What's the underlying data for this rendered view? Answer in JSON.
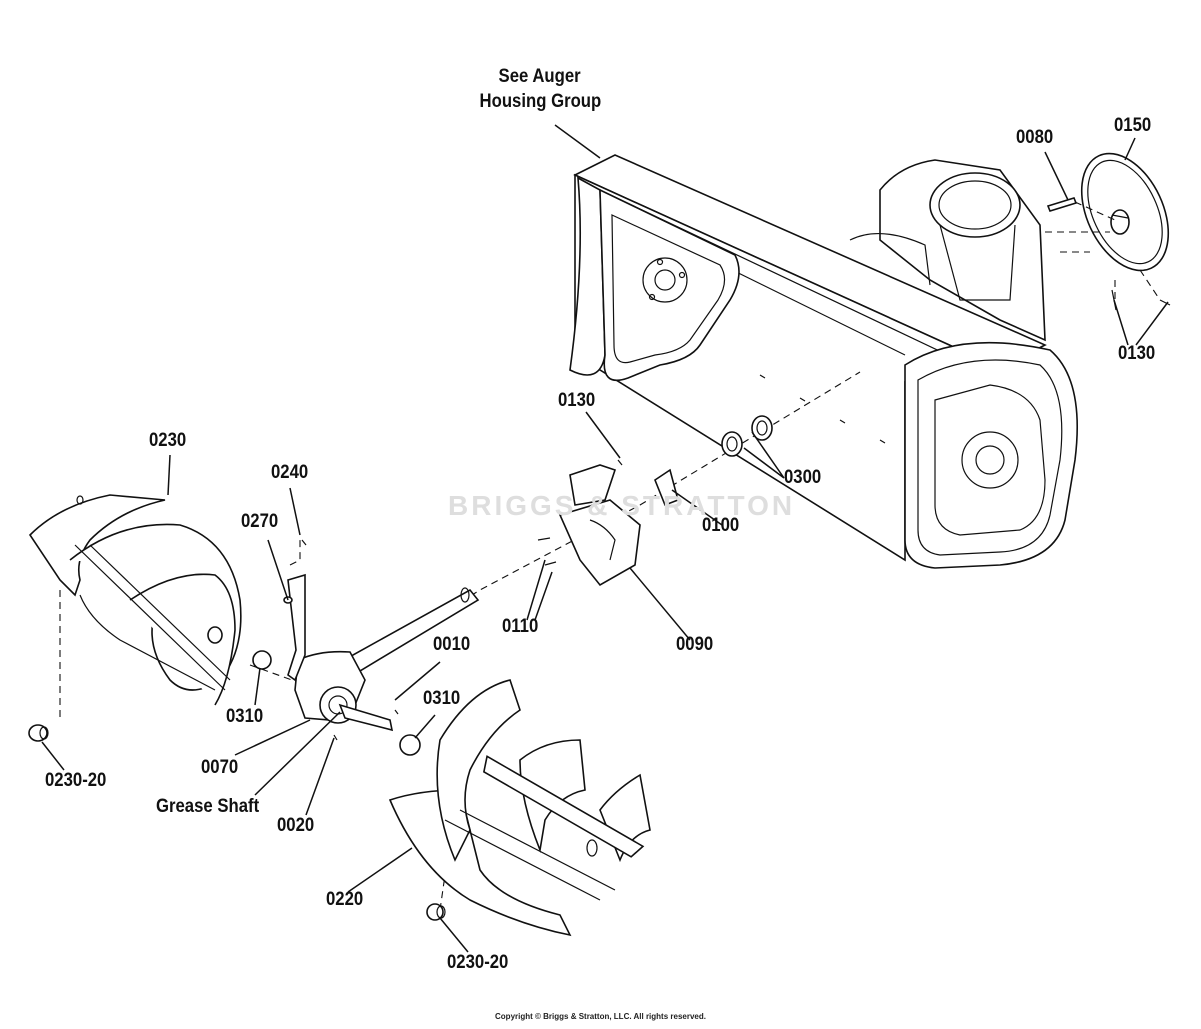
{
  "diagram": {
    "callouts": {
      "see_auger": [
        "See Auger",
        "Housing Group"
      ],
      "p0080": "0080",
      "p0150": "0150",
      "p0130_right": "0130",
      "p0130_mid": "0130",
      "p0300": "0300",
      "p0100": "0100",
      "p0110": "0110",
      "p0090": "0090",
      "p0230": "0230",
      "p0240": "0240",
      "p0270": "0270",
      "p0010": "0010",
      "p0310_left": "0310",
      "p0310_right": "0310",
      "p0070": "0070",
      "p0230_20_left": "0230-20",
      "grease_shaft": "Grease Shaft",
      "p0020": "0020",
      "p0220": "0220",
      "p0230_20_bottom": "0230-20"
    },
    "watermark": "BRIGGS & STRATTON",
    "copyright": "Copyright © Briggs & Stratton, LLC. All rights reserved."
  }
}
